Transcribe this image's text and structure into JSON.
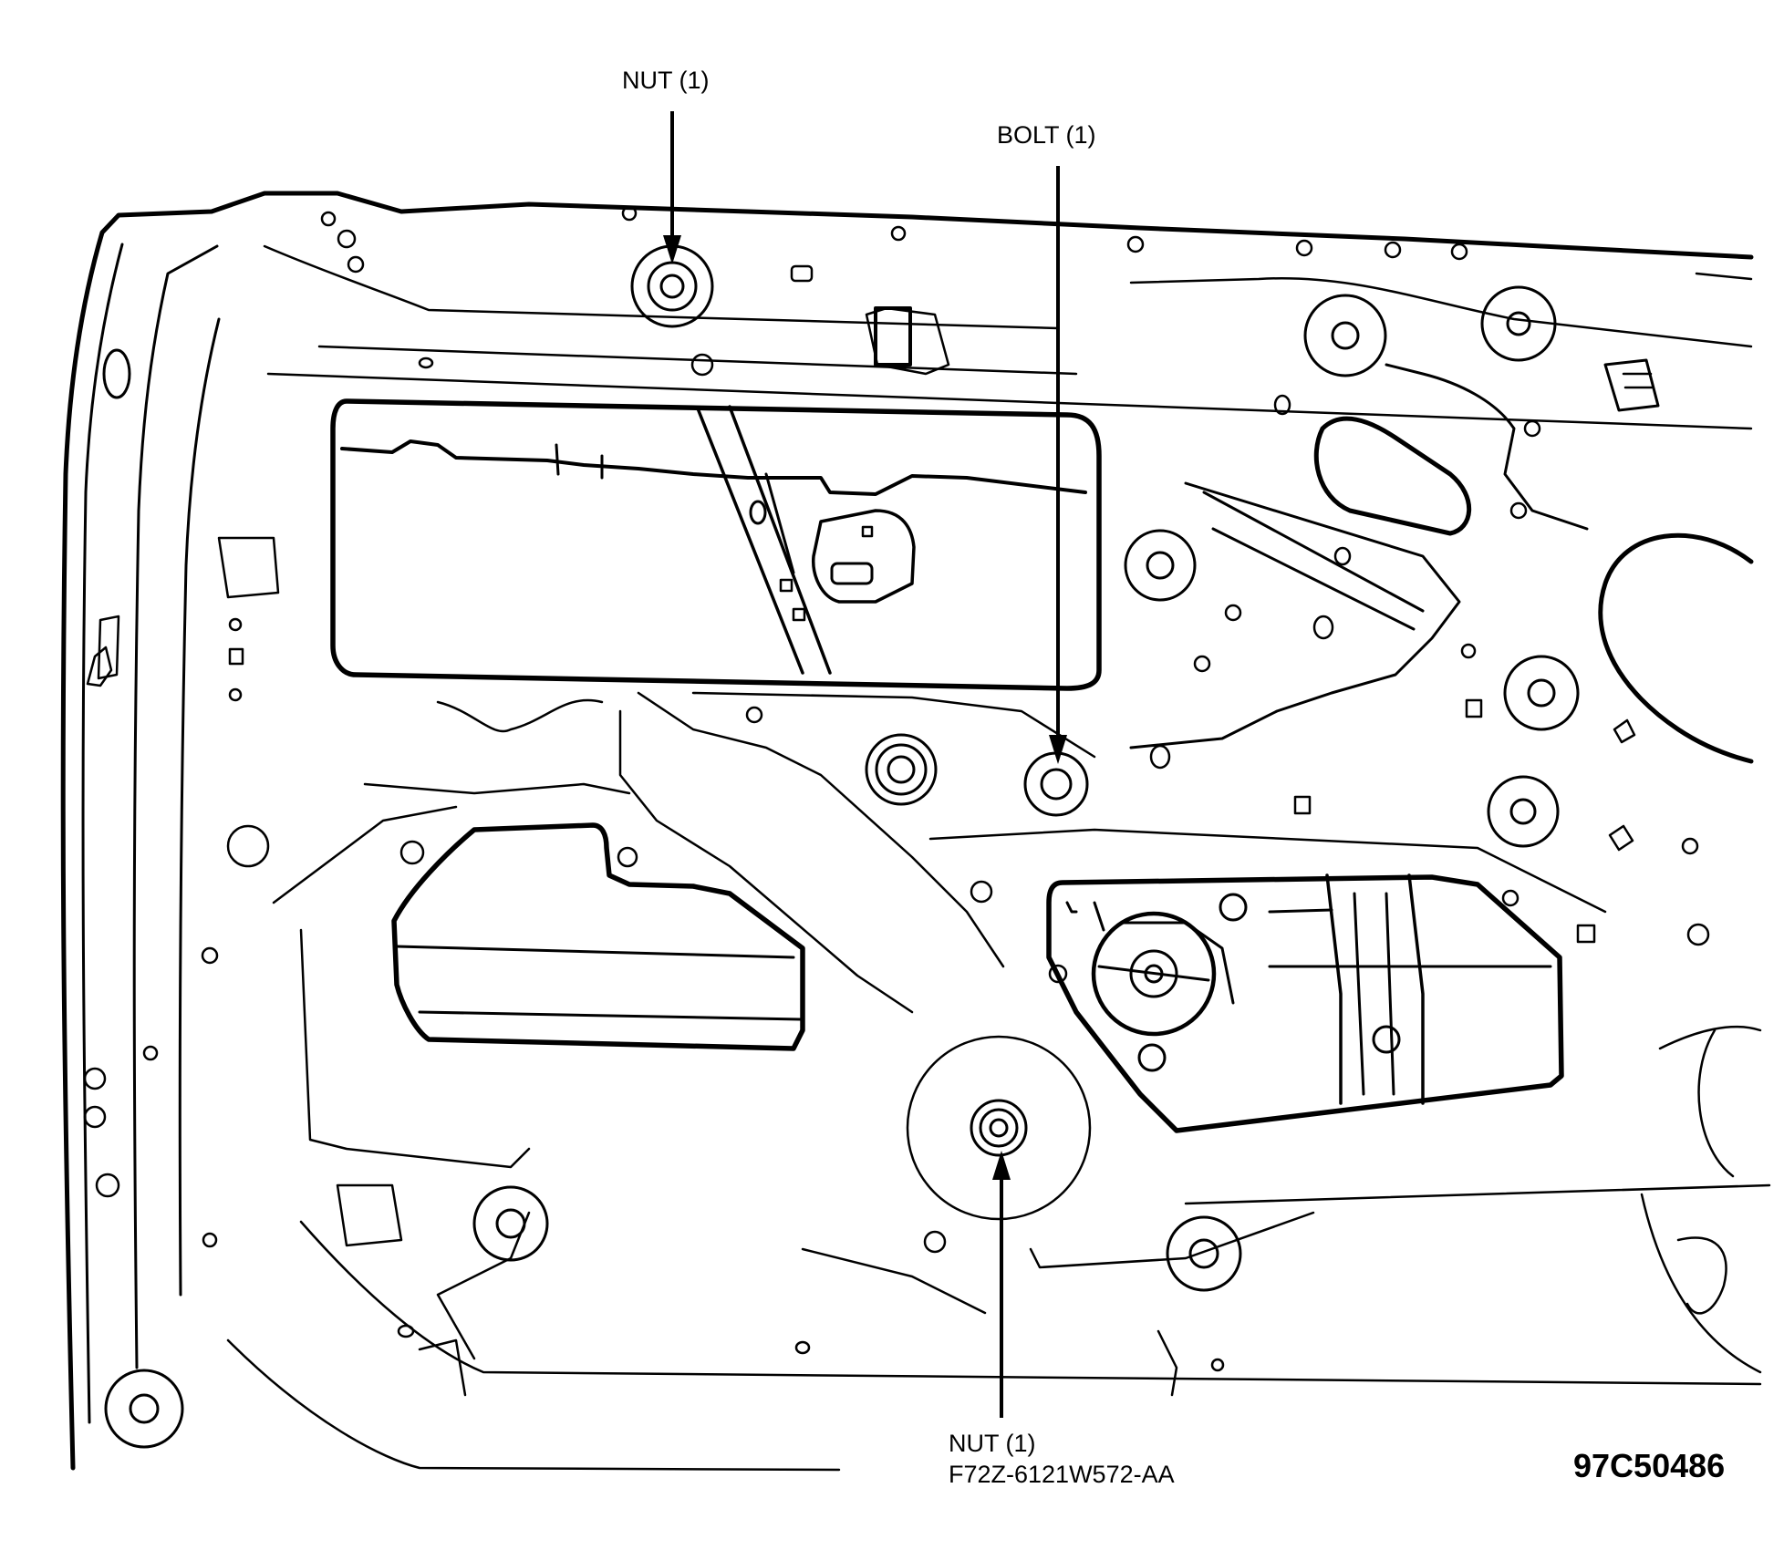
{
  "callouts": {
    "top_nut": "NUT (1)",
    "bolt": "BOLT (1)",
    "bottom_nut": "NUT (1)",
    "bottom_nut_part": "F72Z-6121W572-AA"
  },
  "figure_id": "97C50486",
  "colors": {
    "ink": "#000000",
    "paper": "#ffffff"
  }
}
